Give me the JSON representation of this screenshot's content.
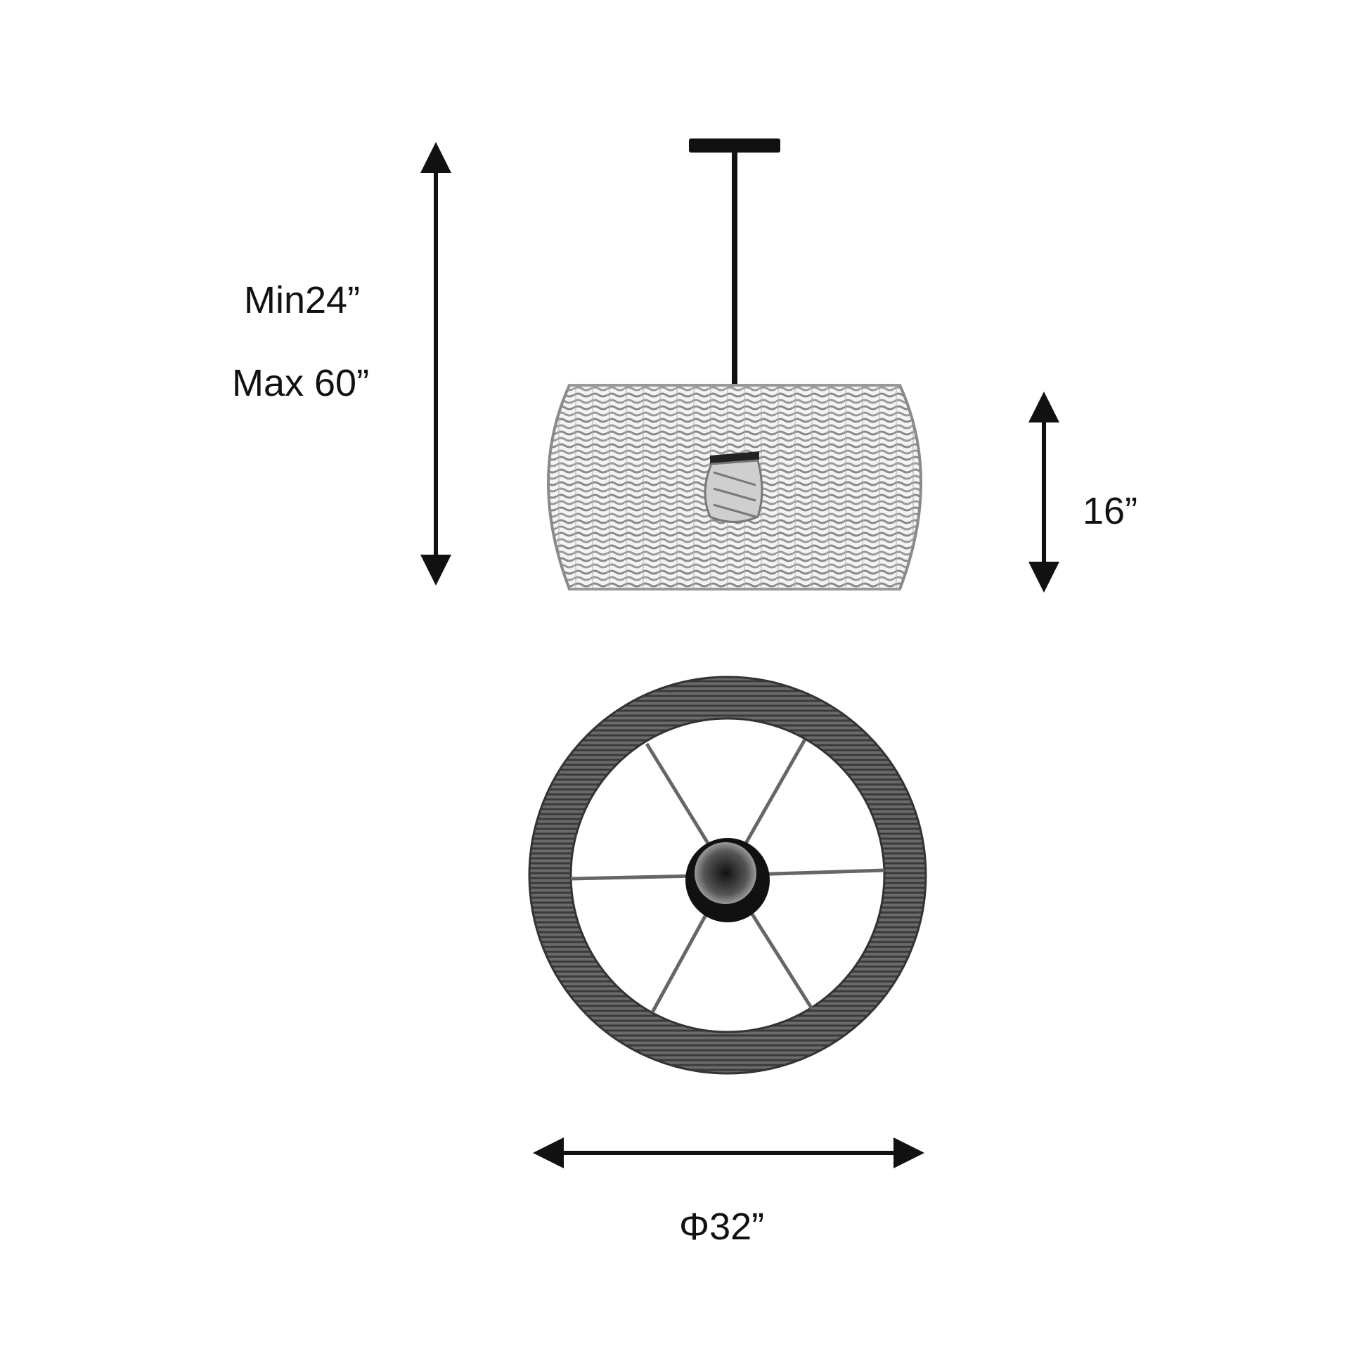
{
  "labels": {
    "drop_min": "Min24”",
    "drop_max": "Max 60”",
    "shade_height": "16”",
    "shade_diameter": "Φ32”"
  },
  "colors": {
    "line": "#111111",
    "wicker": "#8a8a8a",
    "wicker_dark": "#555555",
    "background": "#ffffff"
  }
}
